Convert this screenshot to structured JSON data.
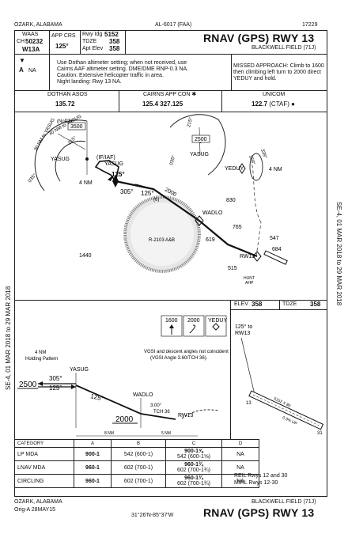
{
  "header": {
    "location": "OZARK, ALABAMA",
    "chart_id": "AL-6017 (FAA)",
    "cycle": "17229"
  },
  "briefing": {
    "waas_label": "WAAS",
    "ch_label": "CH",
    "channel": "50232",
    "waas_id": "W13A",
    "app_crs_label": "APP CRS",
    "app_crs": "125°",
    "rwy_idz_label": "Rwy Idg",
    "rwy_idz": "5152",
    "tdze_label": "TDZE",
    "tdze": "358",
    "apt_elev_label": "Apt Elev",
    "apt_elev": "358",
    "title": "RNAV (GPS) RWY 13",
    "airport": "BLACKWELL FIELD",
    "airport_id": "(71J)",
    "na_label": "NA",
    "notes": [
      "Use Dothan altimeter setting; when not received, use",
      "Cairns AAF altimeter setting.  DME/DME RNP-0.3 NA.",
      "Caution:  Extensive helicopter traffic in area.",
      "Night landing: Rwy 13 NA."
    ],
    "missed": [
      "MISSED APPROACH:  Climb to 1600",
      "then climbing left turn to 2000 direct",
      "YEDUY and hold."
    ]
  },
  "comms": [
    {
      "label": "DOTHAN ASOS",
      "freq": "135.72"
    },
    {
      "label": "CAIRNS  APP CON ✱",
      "freq": "125.4  327.125"
    },
    {
      "label": "UNICOM",
      "freq": "122.7",
      "note": "(CTAF)"
    }
  ],
  "plan": {
    "fixes": [
      "YASUG",
      "(IF/IAF)",
      "YASUG",
      "WADLO",
      "RW13",
      "YEDUY",
      "YASUG",
      "YASUG",
      "(NoPT)"
    ],
    "courses": [
      "125°",
      "305°",
      "125°",
      "035°",
      "215°",
      "159°",
      "339°",
      "035°",
      "215°"
    ],
    "alts": [
      "3500",
      "2500",
      "2000"
    ],
    "legs": [
      "4 NM",
      "4 NM",
      "30 NM to YASUG",
      "30 NM to YASUG",
      "(6)"
    ],
    "restricted": "R-2103 A&B",
    "obstacles": [
      "830",
      "765",
      "547",
      "684",
      "619",
      "515",
      "1440"
    ],
    "hunt": [
      "HUNT",
      "AHP"
    ]
  },
  "side_text": "SE-4,  01 MAR 2018  to  29 MAR 2018",
  "profile": {
    "elev_label": "ELEV",
    "elev": "358",
    "tdze_label": "TDZE",
    "tdze": "358",
    "hold": [
      "4 NM",
      "Holding Pattern"
    ],
    "fixes": [
      "YASUG",
      "WADLO",
      "RW13"
    ],
    "alts": [
      "2500",
      "2000"
    ],
    "courses": [
      "305°",
      "125°",
      "125°"
    ],
    "gs": "3.00°",
    "tch": "TCH 36",
    "vgsi": [
      "VGSI and descent angles not coincident",
      "(VGSI Angle 3.60/TCH 36)."
    ],
    "missed_boxes": [
      "1600",
      "2000",
      "YEDUY"
    ],
    "dist": [
      "8 NM",
      "5 NM"
    ]
  },
  "airport_diag": {
    "rwy_note": [
      "125° to",
      "RW13"
    ],
    "rwy_dim": "5152 X 80",
    "width": "0.3% UP",
    "rwy_nums": [
      "13",
      "31"
    ]
  },
  "minimums": {
    "headers": [
      "CATEGORY",
      "A",
      "B",
      "C",
      "D"
    ],
    "rows": [
      {
        "cat": "LP  MDA",
        "a": "900-1",
        "b": "542 (600-1)",
        "c1": "900-1⅝",
        "c2": "542 (600-1⅝)",
        "d": "NA"
      },
      {
        "cat": "LNAV MDA",
        "a": "960-1",
        "b": "602 (700-1)",
        "c1": "960-1¾",
        "c2": "602 (700-1¾)",
        "d": "NA"
      },
      {
        "cat": "CIRCLING",
        "a": "960-1",
        "b": "602 (700-1)",
        "c1": "960-1¾",
        "c2": "602 (700-1¾)",
        "d": "NA"
      }
    ],
    "lights": [
      "REIL  Rwys 12 and 30",
      "MIRL  Rwys 12-30"
    ]
  },
  "footer": {
    "location": "OZARK, ALABAMA",
    "orig": "Orig-A  28MAY15",
    "coords": "31°26'N-85°37'W",
    "airport": "BLACKWELL FIELD (71J)",
    "title": "RNAV (GPS) RWY 13"
  }
}
